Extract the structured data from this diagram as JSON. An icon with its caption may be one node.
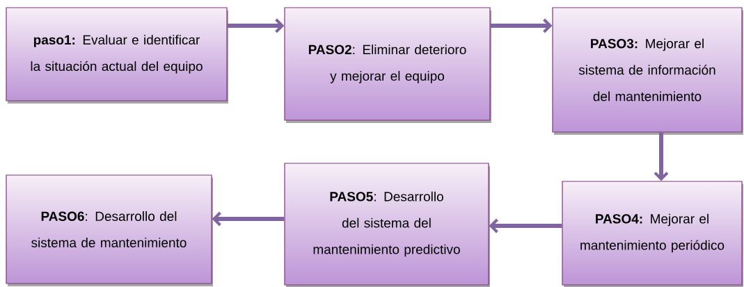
{
  "diagram": {
    "nodes": [
      {
        "text": [
          "**paso1:** Evaluar e identificar la situación actual del equipo"
        ]
      },
      {
        "text": [
          "**PASO2**: Eliminar deterioro y mejorar el equipo"
        ]
      },
      {
        "text": [
          "**PASO3:** Mejorar el sistema de información del mantenimiento"
        ]
      },
      {
        "text": [
          "**PASO4:** Mejorar el mantenimiento periódico"
        ]
      },
      {
        "text": [
          "**PASO5**: Desarrollo del sistema del mantenimiento predictivo"
        ]
      },
      {
        "text": [
          "**PASO6**: Desarrollo del sistema de mantenimiento"
        ]
      }
    ],
    "edges": [
      {
        "from": 0,
        "to": 1,
        "arrow": "to"
      },
      {
        "from": 1,
        "to": 2,
        "arrow": "to"
      },
      {
        "from": 2,
        "to": 3,
        "arrow": "to"
      },
      {
        "from": 3,
        "to": 4,
        "arrow": "to"
      },
      {
        "from": 4,
        "to": 5,
        "arrow": "to"
      }
    ]
  }
}
